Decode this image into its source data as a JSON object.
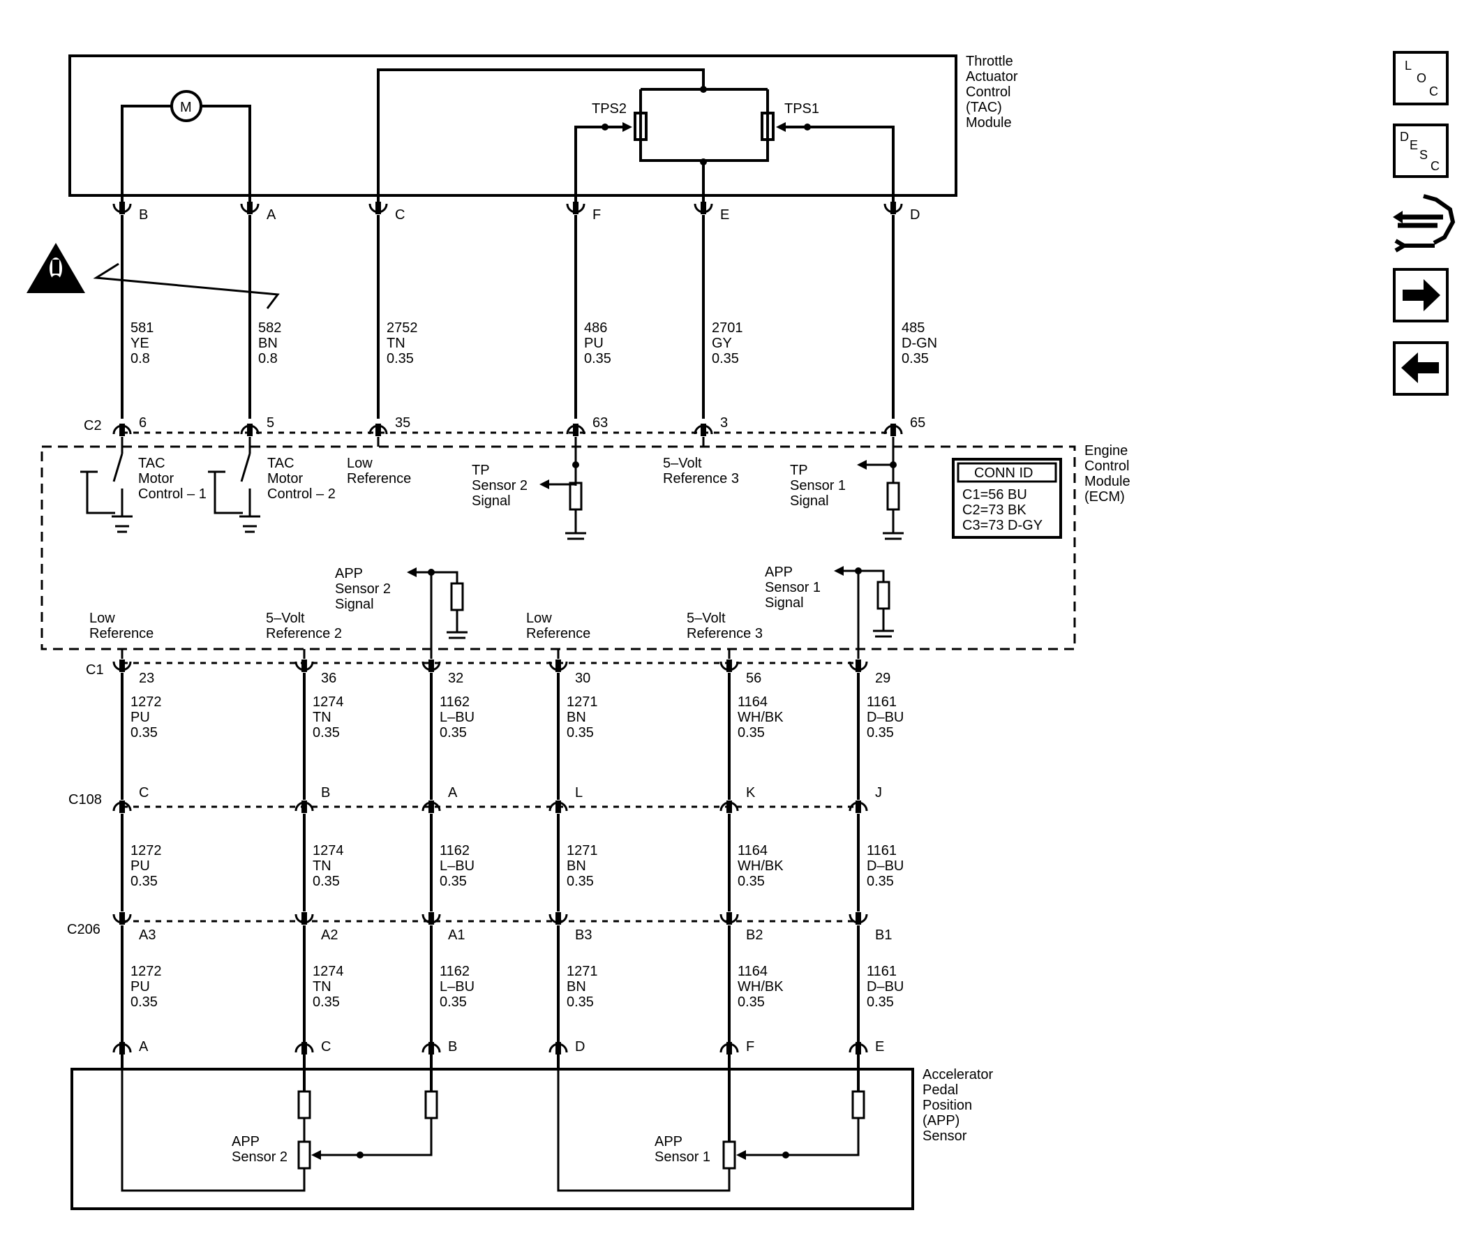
{
  "modules": {
    "tac": [
      "Throttle",
      "Actuator",
      "Control",
      "(TAC)",
      "Module"
    ],
    "ecm": [
      "Engine",
      "Control",
      "Module",
      "(ECM)"
    ],
    "app": [
      "Accelerator",
      "Pedal",
      "Position",
      "(APP)",
      "Sensor"
    ]
  },
  "tac_internal": {
    "motor": "M",
    "tps2": "TPS2",
    "tps1": "TPS1"
  },
  "tac_pins": [
    "B",
    "A",
    "C",
    "F",
    "E",
    "D"
  ],
  "upper_wires": [
    {
      "circuit": "581",
      "color": "YE",
      "gauge": "0.8"
    },
    {
      "circuit": "582",
      "color": "BN",
      "gauge": "0.8"
    },
    {
      "circuit": "2752",
      "color": "TN",
      "gauge": "0.35"
    },
    {
      "circuit": "486",
      "color": "PU",
      "gauge": "0.35"
    },
    {
      "circuit": "2701",
      "color": "GY",
      "gauge": "0.35"
    },
    {
      "circuit": "485",
      "color": "D-GN",
      "gauge": "0.35"
    }
  ],
  "c2": {
    "label": "C2",
    "pins": [
      "6",
      "5",
      "35",
      "63",
      "3",
      "65"
    ]
  },
  "ecm_upper_labels": {
    "tac1": [
      "TAC",
      "Motor",
      "Control – 1"
    ],
    "tac2": [
      "TAC",
      "Motor",
      "Control – 2"
    ],
    "lowref": [
      "Low",
      "Reference"
    ],
    "tp2": [
      "TP",
      "Sensor 2",
      "Signal"
    ],
    "ref3": [
      "5–Volt",
      "Reference 3"
    ],
    "tp1": [
      "TP",
      "Sensor 1",
      "Signal"
    ]
  },
  "conn_id": {
    "title": "CONN ID",
    "rows": [
      "C1=56 BU",
      "C2=73 BK",
      "C3=73 D-GY"
    ]
  },
  "ecm_lower_labels": {
    "app2": [
      "APP",
      "Sensor 2",
      "Signal"
    ],
    "app1": [
      "APP",
      "Sensor 1",
      "Signal"
    ],
    "low1": [
      "Low",
      "Reference"
    ],
    "ref2": [
      "5–Volt",
      "Reference 2"
    ],
    "low2": [
      "Low",
      "Reference"
    ],
    "ref3b": [
      "5–Volt",
      "Reference 3"
    ]
  },
  "c1": {
    "label": "C1",
    "pins": [
      "23",
      "36",
      "32",
      "30",
      "56",
      "29"
    ]
  },
  "lower_wires": [
    {
      "circuit": "1272",
      "color": "PU",
      "gauge": "0.35"
    },
    {
      "circuit": "1274",
      "color": "TN",
      "gauge": "0.35"
    },
    {
      "circuit": "1162",
      "color": "L–BU",
      "gauge": "0.35"
    },
    {
      "circuit": "1271",
      "color": "BN",
      "gauge": "0.35"
    },
    {
      "circuit": "1164",
      "color": "WH/BK",
      "gauge": "0.35"
    },
    {
      "circuit": "1161",
      "color": "D–BU",
      "gauge": "0.35"
    }
  ],
  "c108": {
    "label": "C108",
    "pins": [
      "C",
      "B",
      "A",
      "L",
      "K",
      "J"
    ]
  },
  "c206": {
    "label": "C206",
    "pins": [
      "A3",
      "A2",
      "A1",
      "B3",
      "B2",
      "B1"
    ]
  },
  "app_pins": [
    "A",
    "C",
    "B",
    "D",
    "F",
    "E"
  ],
  "app_internal": {
    "sensor2": [
      "APP",
      "Sensor 2"
    ],
    "sensor1": [
      "APP",
      "Sensor 1"
    ]
  },
  "nav": {
    "loc": [
      "L",
      "O",
      "C"
    ],
    "desc": [
      "D",
      "E",
      "S",
      "C"
    ],
    "items": [
      "loc",
      "desc",
      "connector-icon",
      "forward-arrow-icon",
      "back-arrow-icon"
    ]
  }
}
